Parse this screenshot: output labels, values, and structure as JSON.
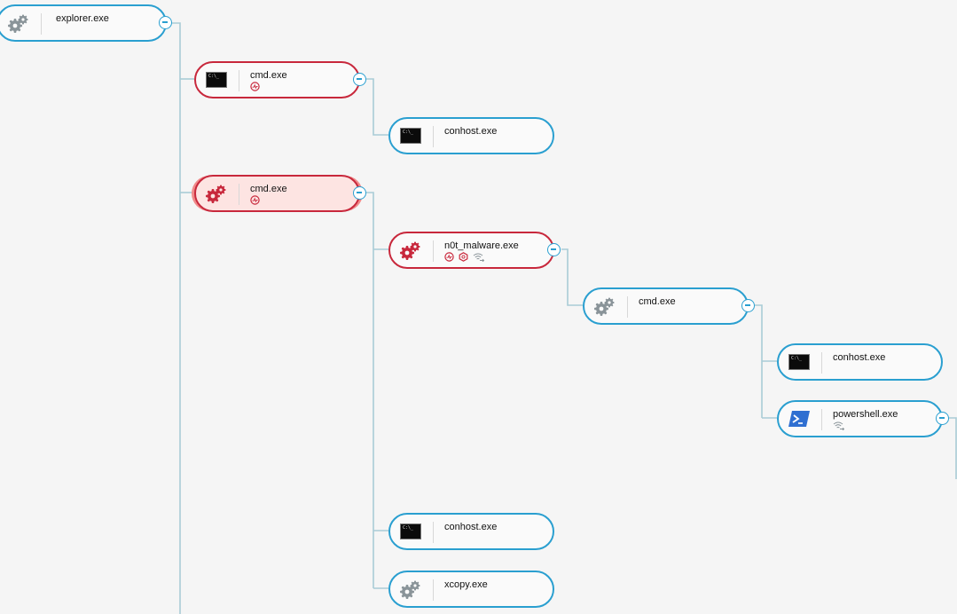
{
  "tree": {
    "root": {
      "name": "explorer.exe",
      "icon": "gears-icon"
    },
    "nodes": [
      {
        "id": "cmd-1",
        "name": "cmd.exe",
        "icon": "terminal-icon",
        "badges": [
          "activity-badge-icon"
        ]
      },
      {
        "id": "conhost-1",
        "name": "conhost.exe",
        "icon": "terminal-icon",
        "badges": []
      },
      {
        "id": "cmd-2",
        "name": "cmd.exe",
        "icon": "gears-icon",
        "badges": [
          "activity-badge-icon"
        ]
      },
      {
        "id": "n0t-malware",
        "name": "n0t_malware.exe",
        "icon": "gears-icon",
        "badges": [
          "activity-badge-icon",
          "hexagon-alert-icon",
          "network-icon"
        ]
      },
      {
        "id": "cmd-3",
        "name": "cmd.exe",
        "icon": "gears-icon",
        "badges": []
      },
      {
        "id": "conhost-2",
        "name": "conhost.exe",
        "icon": "terminal-icon",
        "badges": []
      },
      {
        "id": "powershell",
        "name": "powershell.exe",
        "icon": "powershell-icon",
        "badges": [
          "network-icon"
        ]
      },
      {
        "id": "conhost-3",
        "name": "conhost.exe",
        "icon": "terminal-icon",
        "badges": []
      },
      {
        "id": "xcopy",
        "name": "xcopy.exe",
        "icon": "gears-icon",
        "badges": []
      }
    ]
  },
  "colors": {
    "node_border": "#2a9fd0",
    "alert_border": "#c8283c",
    "selected_fill": "#fde4e2",
    "connector": "#a9ccd6",
    "gear_gray": "#8a9499",
    "gear_red": "#c8283c",
    "powershell_blue": "#2f6fd1"
  }
}
